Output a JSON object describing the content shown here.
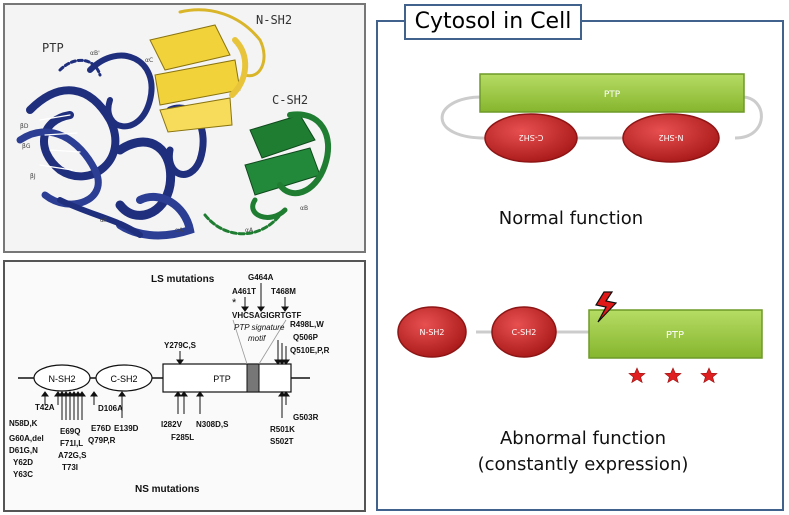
{
  "structure": {
    "labels": {
      "ptp": "PTP",
      "nsh2": "N-SH2",
      "csh2": "C-SH2"
    }
  },
  "mutations": {
    "ls_title": "LS mutations",
    "ns_title": "NS mutations",
    "domains": {
      "nsh2": "N-SH2",
      "csh2": "C-SH2",
      "ptp": "PTP"
    },
    "ls_labels": {
      "g464a": "G464A",
      "a461t": "A461T",
      "t468m": "T468M",
      "star": "*"
    },
    "signature_seq": "VHCSAGIGRTGTF",
    "signature_note_1": "PTP signature",
    "signature_note_2": "motif",
    "above": {
      "y279": "Y279C,S",
      "r498": "R498L,W",
      "q506": "Q506P",
      "q510": "Q510E,P,R"
    },
    "below": {
      "n58": "N58D,K",
      "t42": "T42A",
      "g60": "G60A,del",
      "d61": "D61G,N",
      "y62": "Y62D",
      "y63": "Y63C",
      "e69": "E69Q",
      "f71": "F71I,L",
      "a72": "A72G,S",
      "t73": "T73I",
      "e76": "E76D",
      "q79": "Q79P,R",
      "d106": "D106A",
      "e139": "E139D",
      "i282": "I282V",
      "f285": "F285L",
      "n308": "N308D,S",
      "g503": "G503R",
      "r501": "R501K",
      "s502": "S502T"
    }
  },
  "cell": {
    "title": "Cytosol in Cell",
    "normal": {
      "ptp": "PTP",
      "csh2": "C-SH2",
      "nsh2": "N-SH2",
      "caption": "Normal function"
    },
    "abnormal": {
      "nsh2": "N-SH2",
      "csh2": "C-SH2",
      "ptp": "PTP",
      "caption1": "Abnormal function",
      "caption2": "(constantly expression)"
    }
  },
  "colors": {
    "ptp_fill": "#9acb3c",
    "ptp_stroke": "#6e9a28",
    "sh2_fill": "#d12a2a",
    "sh2_stroke": "#8e1515",
    "frame": "#41628c",
    "star": "#e02020",
    "helix_blue": "#1f2f7d",
    "sheet_yellow": "#f2d23a",
    "sheet_green": "#1f7d32"
  }
}
